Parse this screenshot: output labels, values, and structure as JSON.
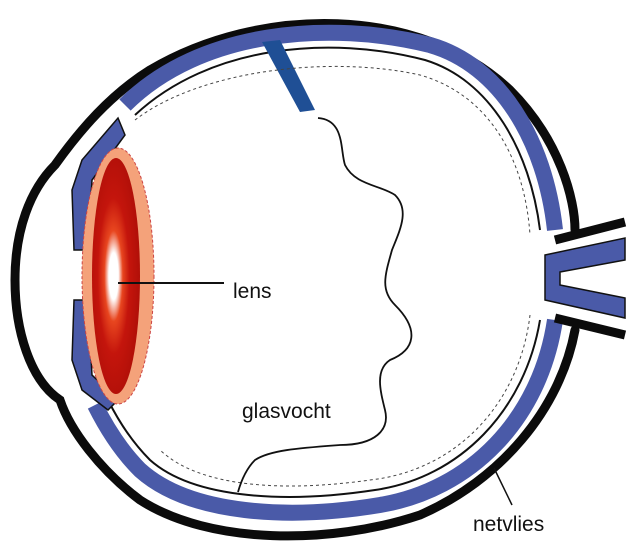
{
  "labels": {
    "lens": "lens",
    "vitreous": "glasvocht",
    "retina": "netvlies"
  },
  "colors": {
    "sclera": "#0b0b0b",
    "choroid": "#4a5aa8",
    "choroid_dark": "#1f4f95",
    "lens_outer": "#f4a27a",
    "lens_core": "#c4150c",
    "lens_center": "#ffffff",
    "line": "#111111",
    "background": "#ffffff"
  }
}
